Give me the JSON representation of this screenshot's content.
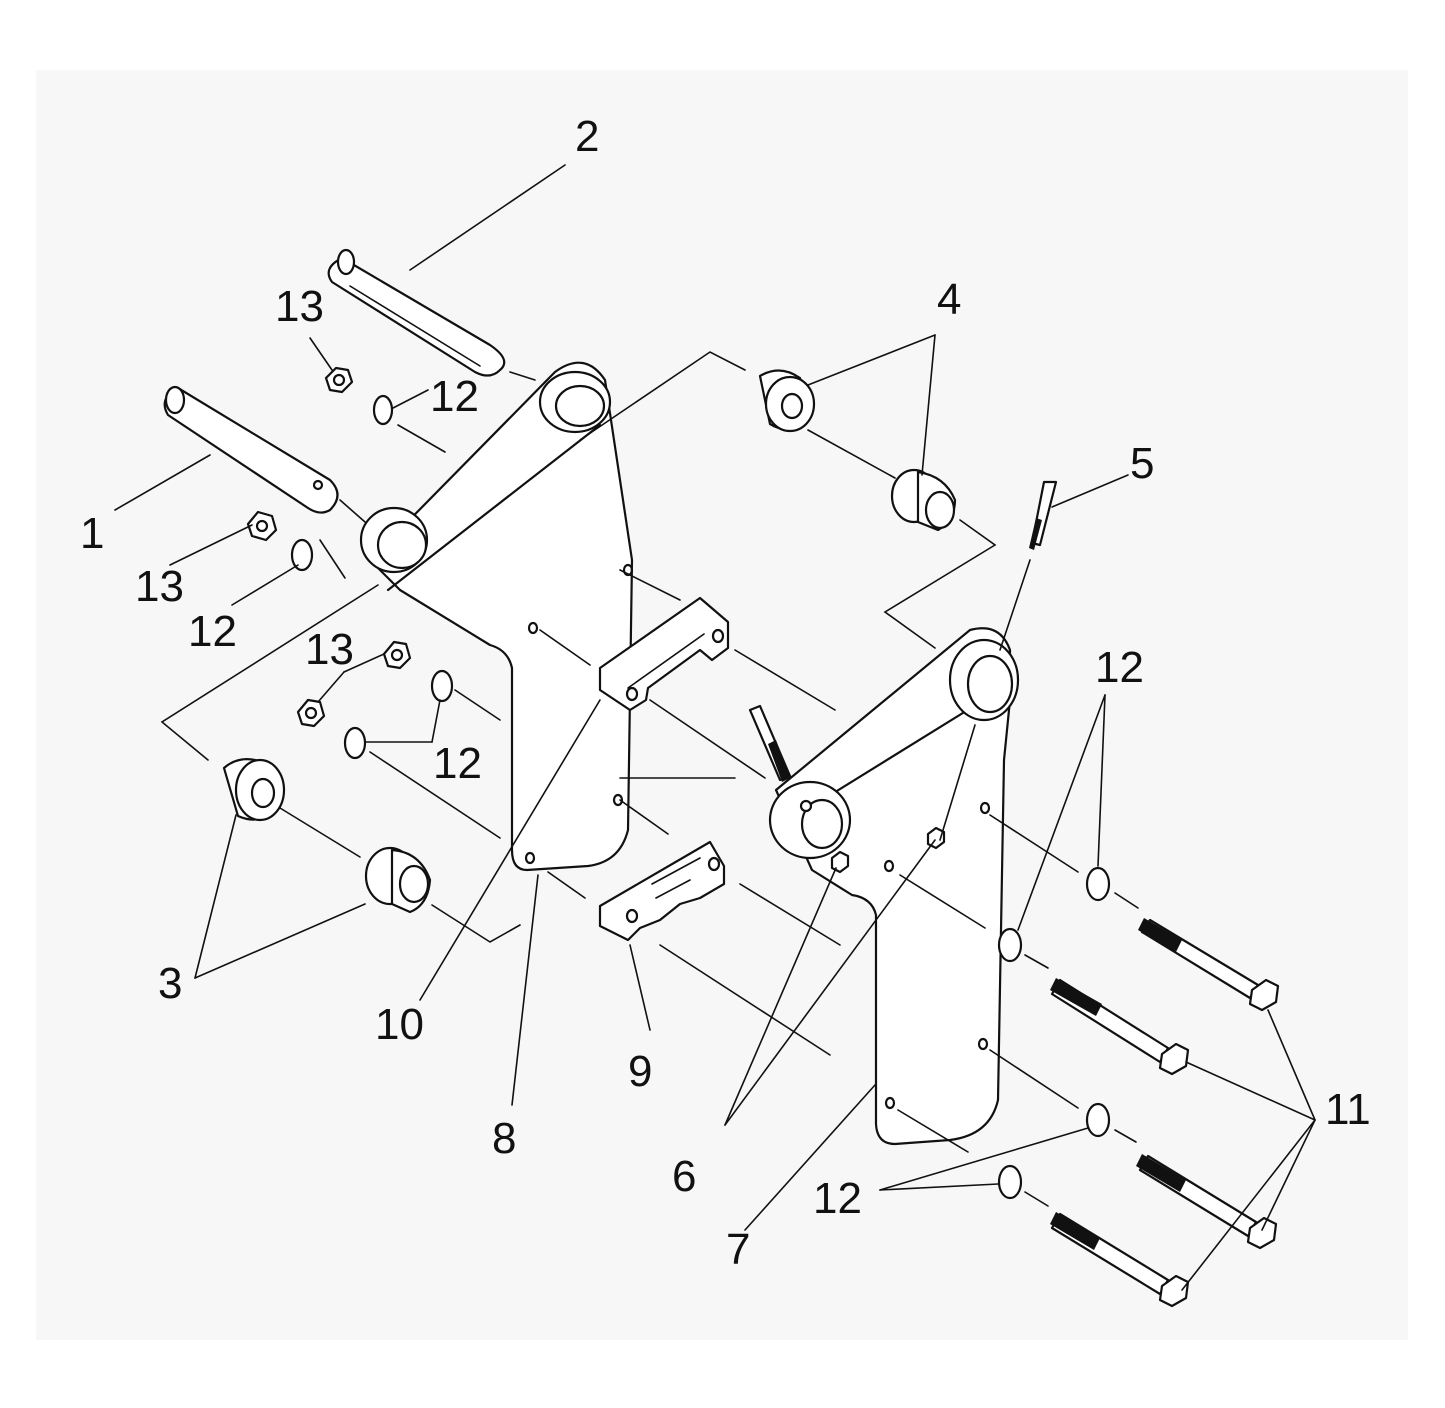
{
  "callouts": {
    "c1": "1",
    "c2": "2",
    "c3": "3",
    "c4": "4",
    "c5": "5",
    "c6": "6",
    "c7": "7",
    "c8": "8",
    "c9": "9",
    "c10": "10",
    "c11": "11",
    "c12a": "12",
    "c12b": "12",
    "c12c": "12",
    "c12d": "12",
    "c12e": "12",
    "c13a": "13",
    "c13b": "13",
    "c13c": "13"
  }
}
